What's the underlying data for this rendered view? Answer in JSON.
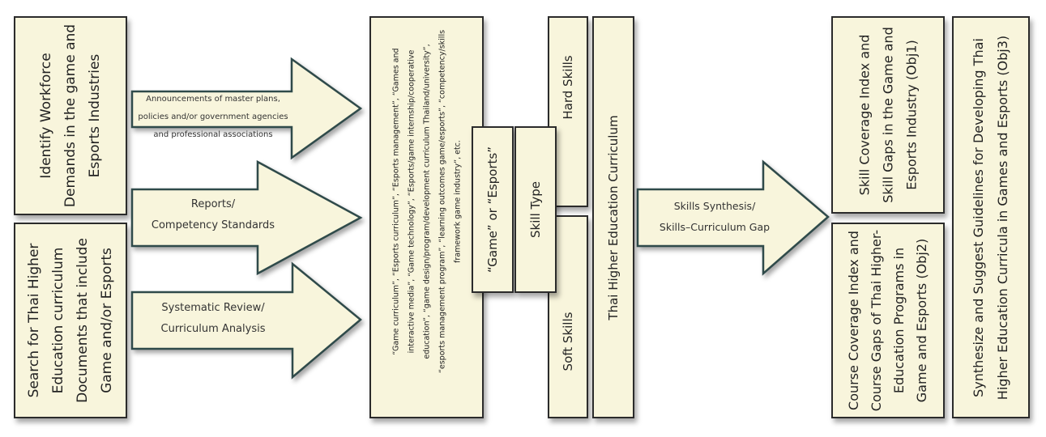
{
  "inputs": {
    "workforce": [
      "Identify Workforce",
      "Demands in the game and",
      "Esports Industries"
    ],
    "search": [
      "Search for Thai Higher",
      "Education curriculum",
      "Documents that include",
      "Game and/or Esports"
    ]
  },
  "arrows": {
    "announcements": [
      "Announcements of master plans,",
      "policies and/or government agencies",
      "and professional associations"
    ],
    "reports": [
      "Reports/",
      "Competency Standards"
    ],
    "systematic": [
      "Systematic Review/",
      "Curriculum Analysis"
    ],
    "synthesis": [
      "Skills Synthesis/",
      "Skills–Curriculum Gap"
    ]
  },
  "keywords": [
    "“Game curriculum”, “Esports curriculum”, “Esports management”, “Games and",
    "interactive media”, “Game technology”, “Esports/game internship/cooperative",
    "education”, “game design/program/development curriculum Thailand/university”,",
    "“esports management program”, “learning outcomes game/esports”, “competency/skills",
    "framework game industry”, etc."
  ],
  "filters": {
    "game_or_esports": "“Game” or “Esports”",
    "skill_type": "Skill Type",
    "hard_skills": "Hard Skills",
    "soft_skills": "Soft Skills",
    "curriculum": "Thai Higher Education Curriculum"
  },
  "outputs": {
    "obj1": [
      "Skill Coverage Index and",
      "Skill Gaps in the Game and",
      "Esports Industry (Obj1)"
    ],
    "obj2": [
      "Course Coverage Index and",
      "Course Gaps of Thai Higher-",
      "Education Programs in",
      "Game and Esports (Obj2)"
    ],
    "obj3": [
      "Synthesize and Suggest Guidelines for Developing Thai",
      "Higher Education Curricula in Games and Esports (Obj3)"
    ]
  },
  "colors": {
    "fill": "#f8f5dc",
    "stroke": "#2b2b2b",
    "arrow_stroke": "#2f4a4a"
  }
}
